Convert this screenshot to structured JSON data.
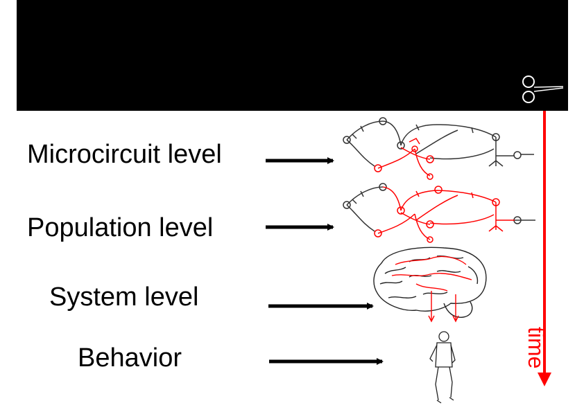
{
  "levels": {
    "microcircuit": "Microcircuit level",
    "population": "Population level",
    "system": "System level",
    "behavior": "Behavior"
  },
  "time_axis": {
    "label": "time",
    "color": "#ff0000"
  },
  "colors": {
    "background": "#ffffff",
    "band": "#000000",
    "text": "#000000",
    "highlight": "#ff0000",
    "circuit": "#000000"
  },
  "icons": {
    "microcircuit": "neural-circuit-icon",
    "population": "neural-circuit-icon",
    "system": "brain-icon",
    "behavior": "running-person-icon",
    "electrode": "electrode-icon"
  }
}
